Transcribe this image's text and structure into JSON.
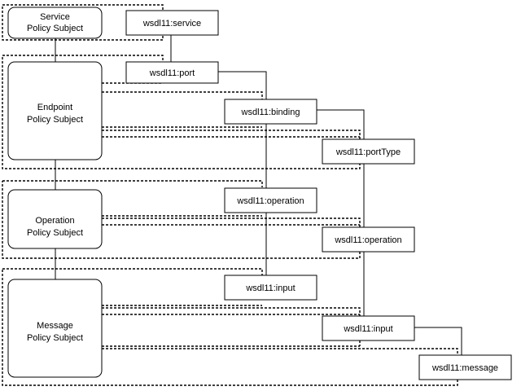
{
  "policy_subjects": {
    "service": [
      "Service",
      "Policy Subject"
    ],
    "endpoint": [
      "Endpoint",
      "Policy Subject"
    ],
    "operation": [
      "Operation",
      "Policy Subject"
    ],
    "message": [
      "Message",
      "Policy Subject"
    ]
  },
  "wsdl_elements": {
    "service": "wsdl11:service",
    "port": "wsdl11:port",
    "binding": "wsdl11:binding",
    "port_type": "wsdl11:portType",
    "binding_operation": "wsdl11:operation",
    "port_type_operation": "wsdl11:operation",
    "binding_input": "wsdl11:input",
    "port_type_input": "wsdl11:input",
    "message": "wsdl11:message"
  }
}
